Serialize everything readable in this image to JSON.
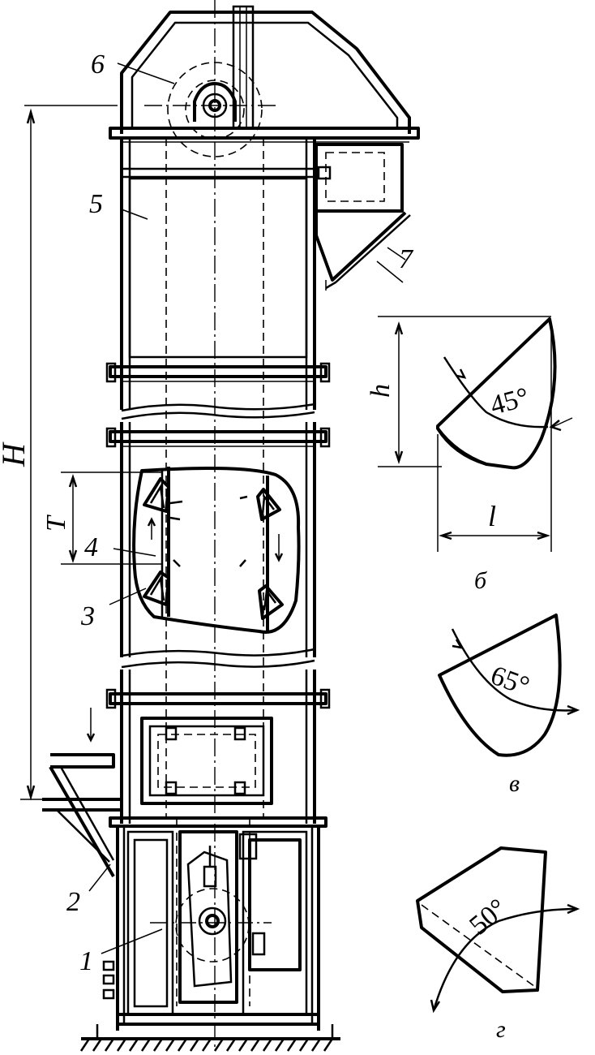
{
  "labels": {
    "n1": "1",
    "n2": "2",
    "n3": "3",
    "n4": "4",
    "n5": "5",
    "n6": "6",
    "n7": "7",
    "H": "H",
    "T": "T",
    "h": "h",
    "l": "l"
  },
  "buckets": {
    "b": {
      "caption": "б",
      "angle": "45°"
    },
    "v": {
      "caption": "в",
      "angle": "65°"
    },
    "g": {
      "caption": "г",
      "angle": "50°"
    }
  }
}
